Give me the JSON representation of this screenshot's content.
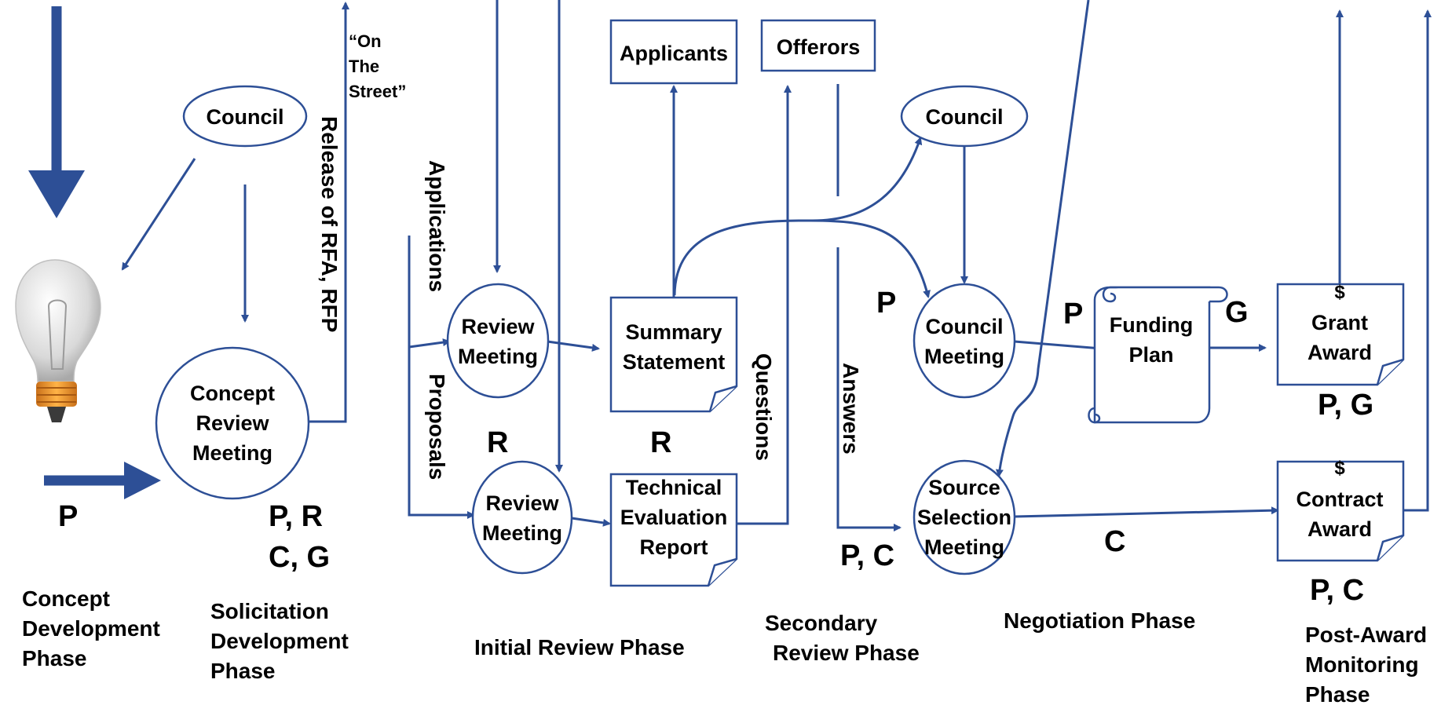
{
  "nodes": {
    "council_left": "Council",
    "concept_review": [
      "Concept",
      "Review",
      "Meeting"
    ],
    "review_meeting_1": [
      "Review",
      "Meeting"
    ],
    "review_meeting_2": [
      "Review",
      "Meeting"
    ],
    "summary_statement": [
      "Summary",
      "Statement"
    ],
    "technical_evaluation_report": [
      "Technical",
      "Evaluation",
      "Report"
    ],
    "applicants": "Applicants",
    "offerors": "Offerors",
    "council_right": "Council",
    "council_meeting": [
      "Council",
      "Meeting"
    ],
    "source_selection": [
      "Source",
      "Selection",
      "Meeting"
    ],
    "funding_plan": [
      "Funding",
      "Plan"
    ],
    "grant_award": [
      "$",
      "Grant",
      "Award"
    ],
    "contract_award": [
      "$",
      "Contract",
      "Award"
    ]
  },
  "edge_labels": {
    "on_the_street": [
      "“On",
      "The",
      "Street”"
    ],
    "release": "Release of RFA, RFP",
    "applications": "Applications",
    "proposals": "Proposals",
    "questions": "Questions",
    "answers": "Answers"
  },
  "roles": {
    "concept": "P",
    "solicitation": [
      "P, R",
      "C, G"
    ],
    "review_1": "R",
    "review_2": "R",
    "secondary_council": "P",
    "source_selection": "P, C",
    "funding_in": "P",
    "funding_out": "G",
    "grant_award": "P, G",
    "contract_path": "C",
    "contract_award": "P, C"
  },
  "phases": {
    "concept": [
      "Concept",
      "Development",
      "Phase"
    ],
    "solicitation": [
      "Solicitation",
      "Development",
      "Phase"
    ],
    "initial_review": "Initial Review Phase",
    "secondary_review": [
      "Secondary",
      "Review Phase"
    ],
    "negotiation": "Negotiation Phase",
    "post_award": [
      "Post-Award",
      "Monitoring",
      "Phase"
    ]
  },
  "colors": {
    "line": "#2d4f96",
    "text": "#000000",
    "background": "#ffffff"
  },
  "icons": [
    "light-bulb-icon"
  ]
}
